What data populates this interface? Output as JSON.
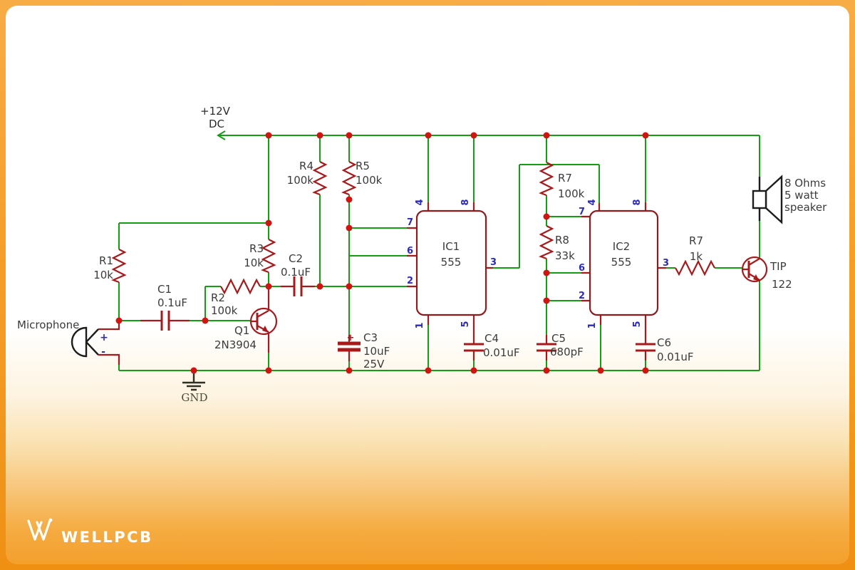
{
  "colors": {
    "wire_green": "#12a012",
    "component_red": "#a8191c",
    "ic_outline_red": "#8e1b1b",
    "junction_red": "#d11312",
    "pin_text_blue": "#2b2bc4",
    "label_gray": "#3b3b3b",
    "symbol_black": "#1c1c1c",
    "brand_orange": "#f5a02b",
    "logo_white": "#ffffff"
  },
  "power": {
    "label": "+12V",
    "sublabel": "DC"
  },
  "ground": {
    "label": "GND"
  },
  "microphone": {
    "label": "Microphone",
    "plus": "+",
    "minus": "-"
  },
  "speaker": {
    "line1": "8 Ohms",
    "line2": "5 watt",
    "line3": "speaker"
  },
  "resistors": {
    "r1": {
      "ref": "R1",
      "value": "10k"
    },
    "r2": {
      "ref": "R2",
      "value": "100k"
    },
    "r3": {
      "ref": "R3",
      "value": "10k"
    },
    "r4": {
      "ref": "R4",
      "value": "100k"
    },
    "r5": {
      "ref": "R5",
      "value": "100k"
    },
    "r7a": {
      "ref": "R7",
      "value": "100k"
    },
    "r8": {
      "ref": "R8",
      "value": "33k"
    },
    "r7b": {
      "ref": "R7",
      "value": "1k"
    }
  },
  "capacitors": {
    "c1": {
      "ref": "C1",
      "value": "0.1uF"
    },
    "c2": {
      "ref": "C2",
      "value": "0.1uF"
    },
    "c3": {
      "ref": "C3",
      "value": "10uF",
      "rating": "25V",
      "polarity": "+"
    },
    "c4": {
      "ref": "C4",
      "value": "0.01uF"
    },
    "c5": {
      "ref": "C5",
      "value": "680pF"
    },
    "c6": {
      "ref": "C6",
      "value": "0.01uF"
    }
  },
  "transistors": {
    "q1": {
      "ref": "Q1",
      "part": "2N3904"
    },
    "q2": {
      "ref": "TIP",
      "part": "122"
    }
  },
  "ic1": {
    "ref": "IC1",
    "part": "555",
    "pins": {
      "p1": "1",
      "p2": "2",
      "p3": "3",
      "p4": "4",
      "p5": "5",
      "p6": "6",
      "p7": "7",
      "p8": "8"
    }
  },
  "ic2": {
    "ref": "IC2",
    "part": "555",
    "pins": {
      "p1": "1",
      "p2": "2",
      "p3": "3",
      "p4": "4",
      "p5": "5",
      "p6": "6",
      "p7": "7",
      "p8": "8"
    }
  },
  "logo": {
    "text": "WELLPCB"
  }
}
